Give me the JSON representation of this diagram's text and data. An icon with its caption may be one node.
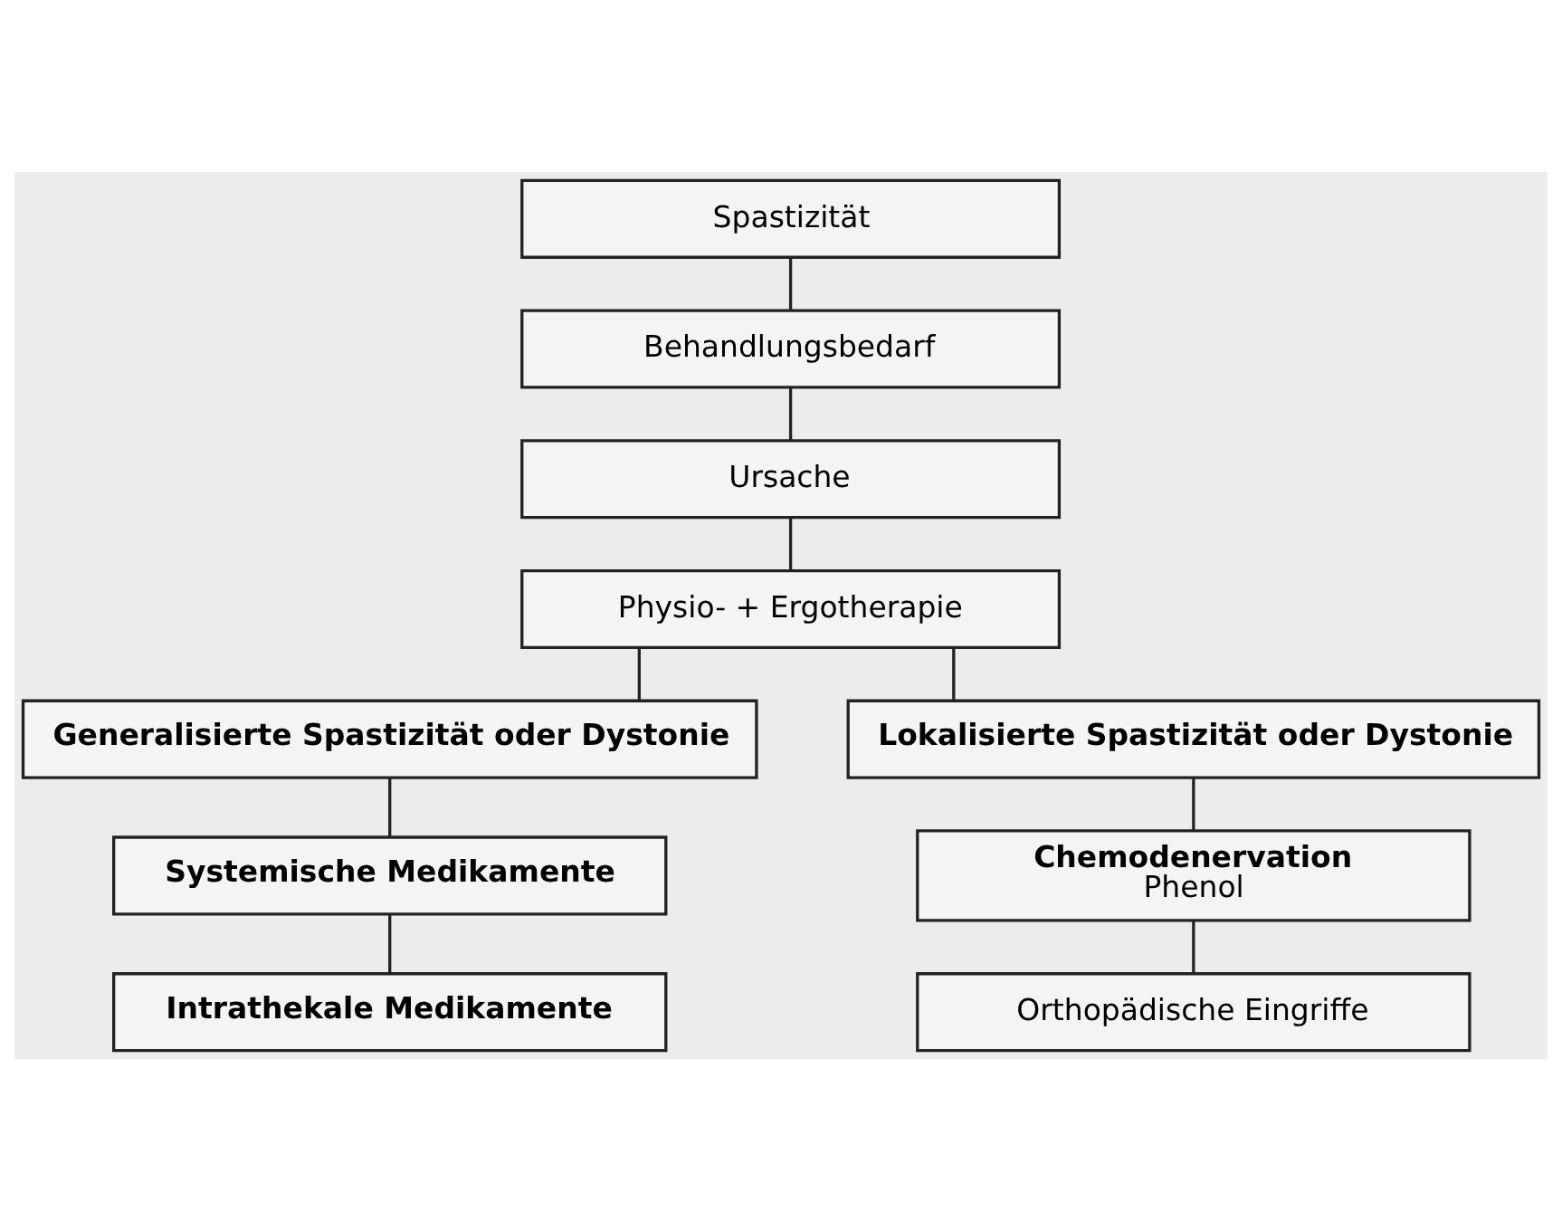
{
  "diagram": {
    "nodes": [
      {
        "text": [
          "Spastizität"
        ]
      },
      {
        "text": [
          "Behandlungsbedarf"
        ]
      },
      {
        "text": [
          "Ursache"
        ]
      },
      {
        "text": [
          "Physio- + Ergotherapie"
        ]
      },
      {
        "text": [
          "Generalisierte Spastizität oder Dystonie"
        ]
      },
      {
        "text": [
          "Lokalisierte Spastizität oder Dystonie"
        ]
      },
      {
        "text": [
          "Systemische Medikamente"
        ]
      },
      {
        "text": [
          "Chemodenervation",
          "Phenol"
        ]
      },
      {
        "text": [
          "Intrathekale Medikamente"
        ]
      },
      {
        "text": [
          "Orthopädische Eingriffe"
        ]
      }
    ],
    "edges": [
      {
        "from": 0,
        "to": 1,
        "arrow": "none"
      },
      {
        "from": 1,
        "to": 2,
        "arrow": "none"
      },
      {
        "from": 2,
        "to": 3,
        "arrow": "none"
      },
      {
        "from": 3,
        "to": 4,
        "arrow": "none"
      },
      {
        "from": 3,
        "to": 5,
        "arrow": "none"
      },
      {
        "from": 4,
        "to": 6,
        "arrow": "none"
      },
      {
        "from": 5,
        "to": 7,
        "arrow": "none"
      },
      {
        "from": 6,
        "to": 8,
        "arrow": "none"
      },
      {
        "from": 7,
        "to": 9,
        "arrow": "none"
      }
    ]
  }
}
